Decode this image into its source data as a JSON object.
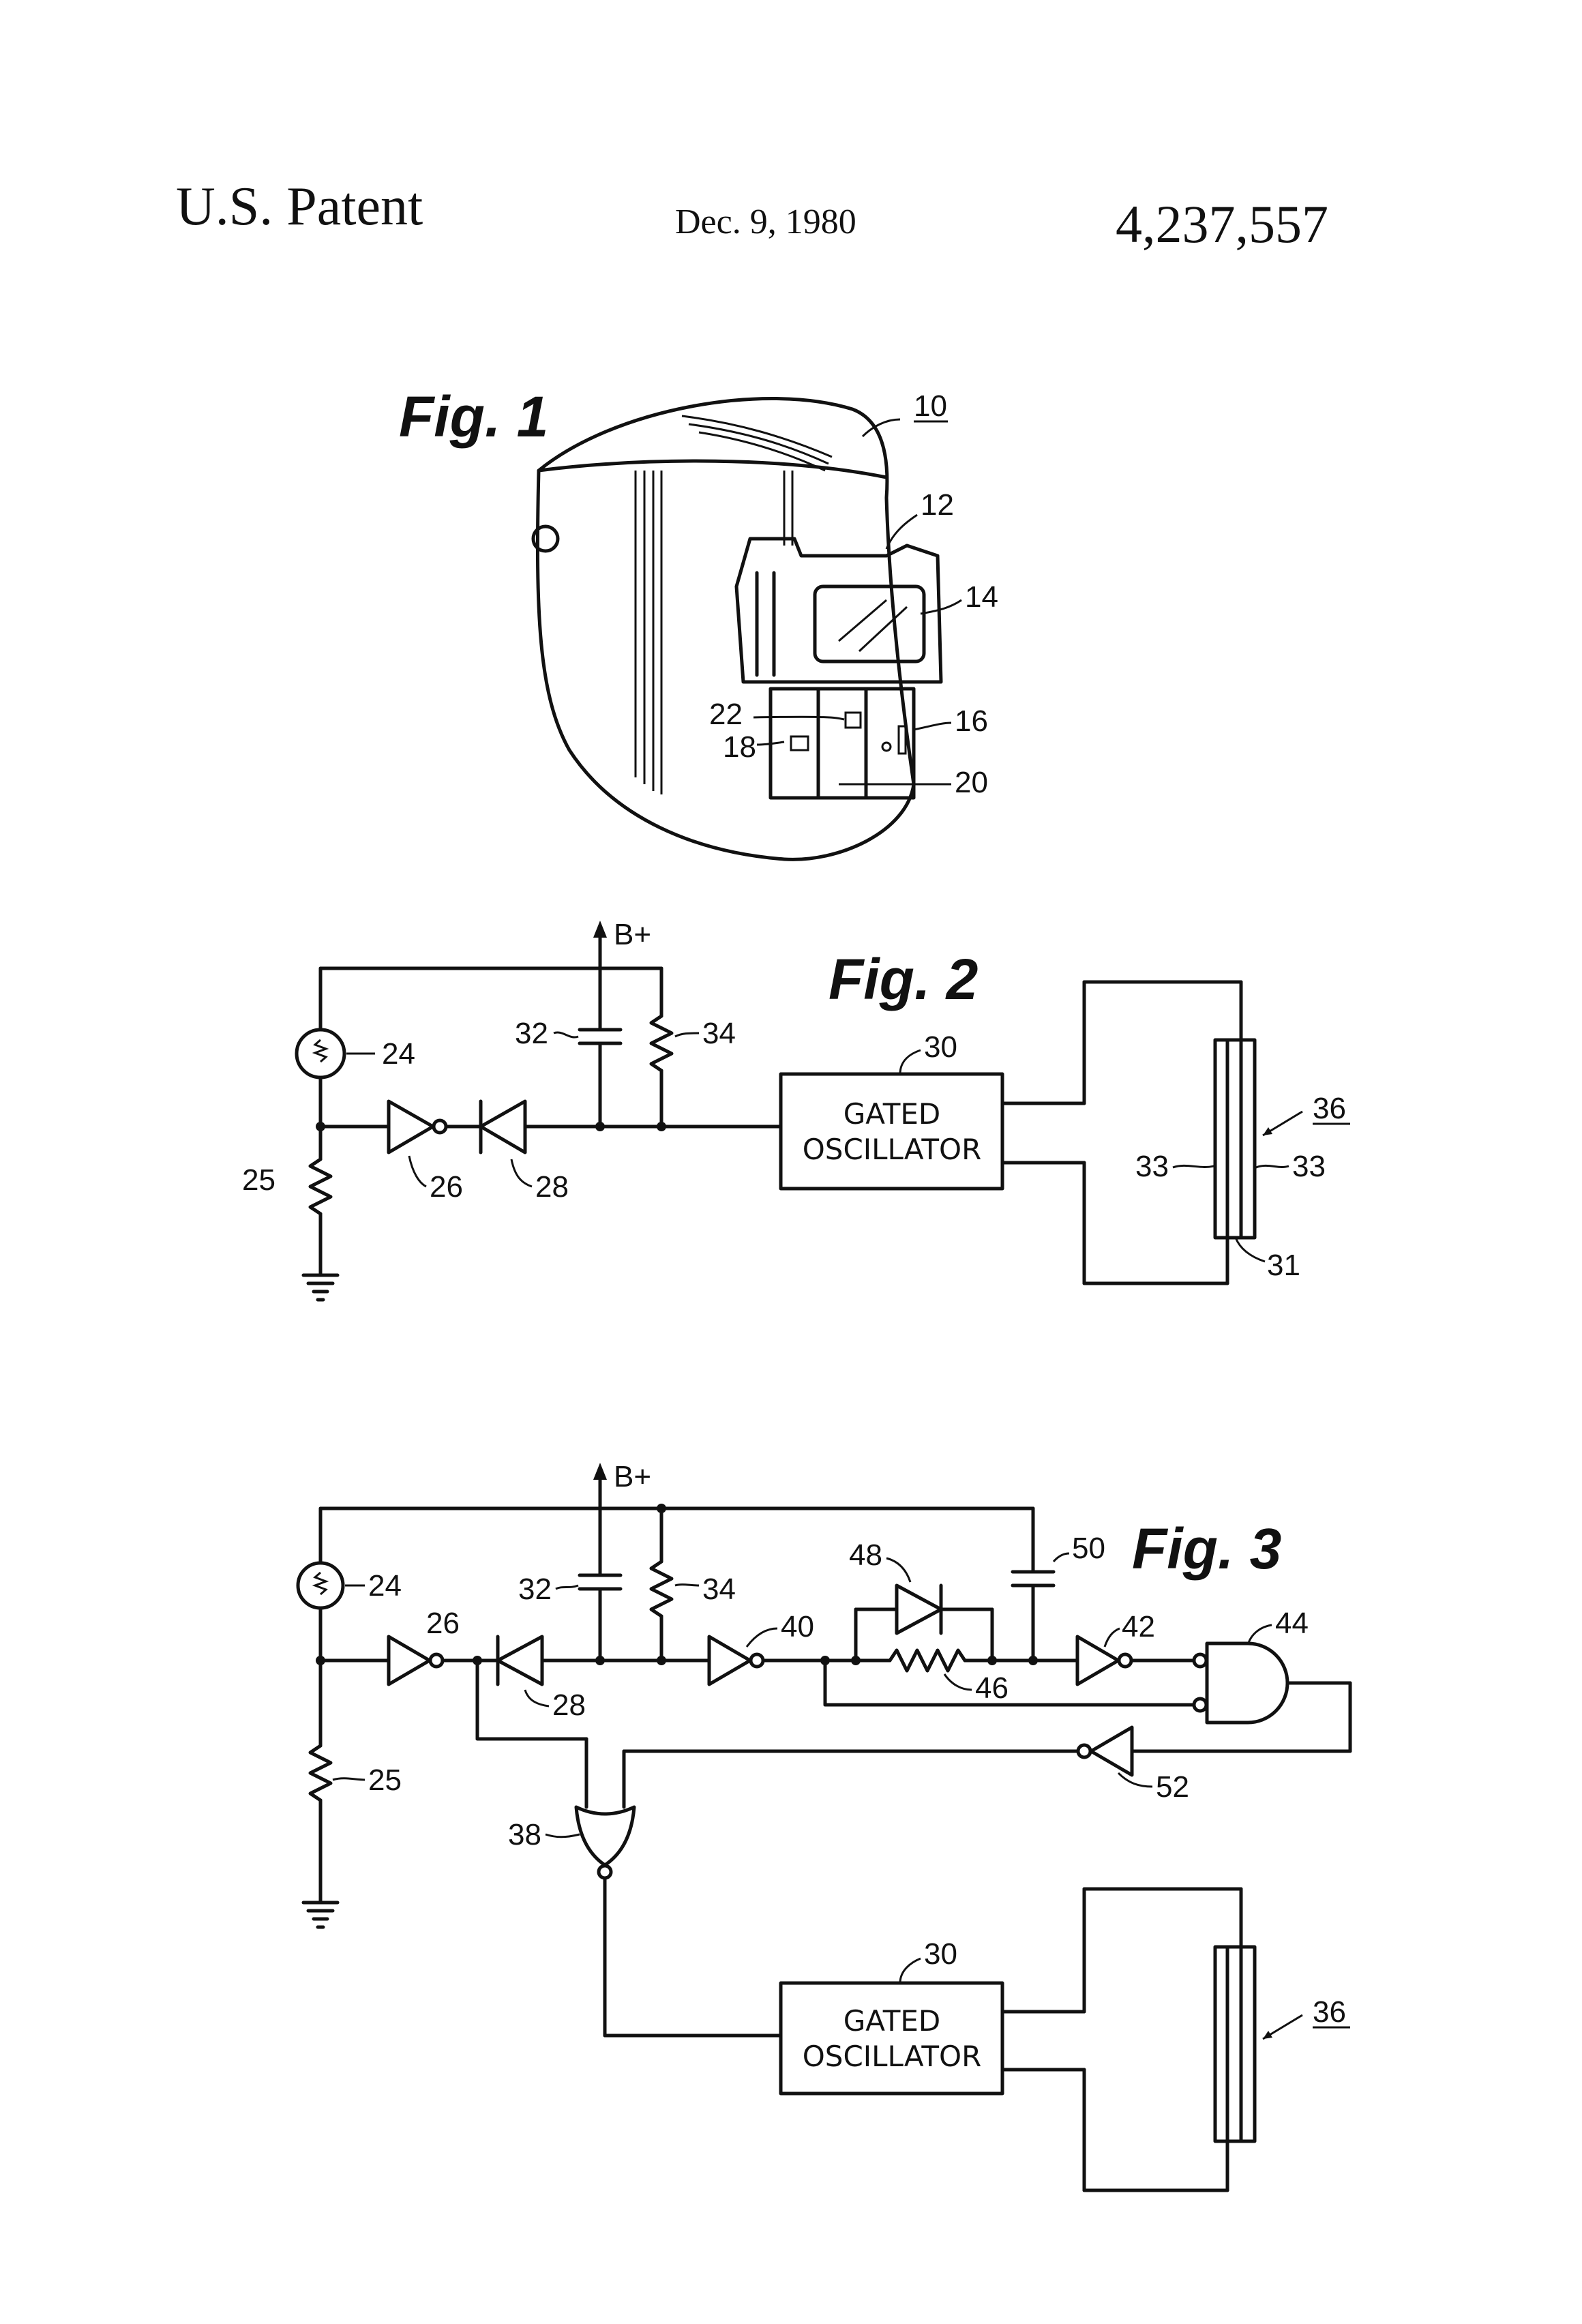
{
  "header": {
    "title": "U.S. Patent",
    "date": "Dec. 9, 1980",
    "patent_number": "4,237,557"
  },
  "figures": {
    "fig1": {
      "title": "Fig. 1",
      "labels": {
        "r10": "10",
        "r12": "12",
        "r14": "14",
        "r16": "16",
        "r18": "18",
        "r20": "20",
        "r22": "22"
      }
    },
    "fig2": {
      "title": "Fig. 2",
      "supply": "B+",
      "oscillator_line1": "GATED",
      "oscillator_line2": "OSCILLATOR",
      "labels": {
        "r24": "24",
        "r25": "25",
        "r26": "26",
        "r28": "28",
        "r30": "30",
        "r31": "31",
        "r32": "32",
        "r33a": "33",
        "r33b": "33",
        "r34": "34",
        "r36": "36"
      }
    },
    "fig3": {
      "title": "Fig. 3",
      "supply": "B+",
      "oscillator_line1": "GATED",
      "oscillator_line2": "OSCILLATOR",
      "labels": {
        "r24": "24",
        "r25": "25",
        "r26": "26",
        "r28": "28",
        "r30": "30",
        "r32": "32",
        "r34": "34",
        "r36": "36",
        "r38": "38",
        "r40": "40",
        "r42": "42",
        "r44": "44",
        "r46": "46",
        "r48": "48",
        "r50": "50",
        "r52": "52"
      }
    }
  }
}
